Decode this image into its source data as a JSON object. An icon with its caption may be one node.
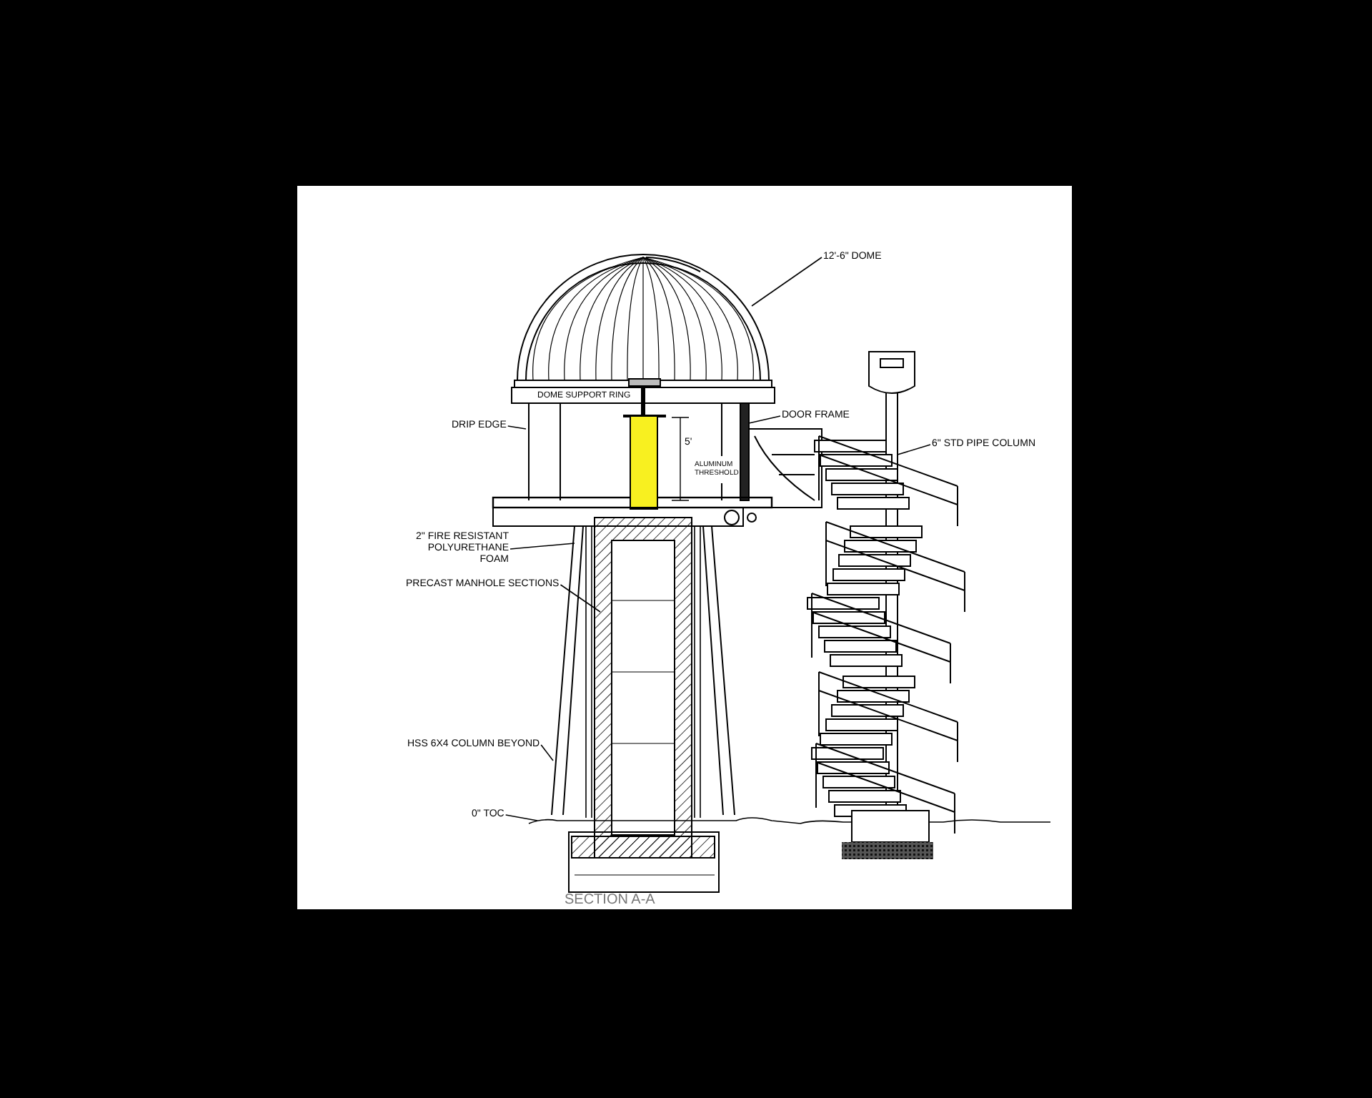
{
  "diagram": {
    "caption": "SECTION A-A",
    "nodes": [
      {
        "text": [
          "12'-6\" DOME"
        ]
      },
      {
        "text": [
          "DRIP EDGE"
        ]
      },
      {
        "text": [
          "DOOR FRAME"
        ]
      },
      {
        "text": [
          "6\" STD PIPE COLUMN"
        ]
      },
      {
        "text": [
          "2\" FIRE RESISTANT POLYURETHANE FOAM"
        ]
      },
      {
        "text": [
          "PRECAST MANHOLE SECTIONS"
        ]
      },
      {
        "text": [
          "HSS 6X4 COLUMN BEYOND"
        ]
      },
      {
        "text": [
          "0\" TOC"
        ]
      }
    ],
    "edges": [
      {
        "from": 0,
        "to": null,
        "arrow": "none"
      },
      {
        "from": 1,
        "to": null,
        "arrow": "none"
      },
      {
        "from": 2,
        "to": null,
        "arrow": "none"
      },
      {
        "from": 3,
        "to": null,
        "arrow": "none"
      },
      {
        "from": 4,
        "to": null,
        "arrow": "none"
      },
      {
        "from": 5,
        "to": null,
        "arrow": "none"
      },
      {
        "from": 6,
        "to": null,
        "arrow": "none"
      },
      {
        "from": 7,
        "to": null,
        "arrow": "none"
      }
    ],
    "labels": [
      "DOME SUPPORT RING",
      "ALUMINUM THRESHOLD",
      "5'"
    ]
  }
}
